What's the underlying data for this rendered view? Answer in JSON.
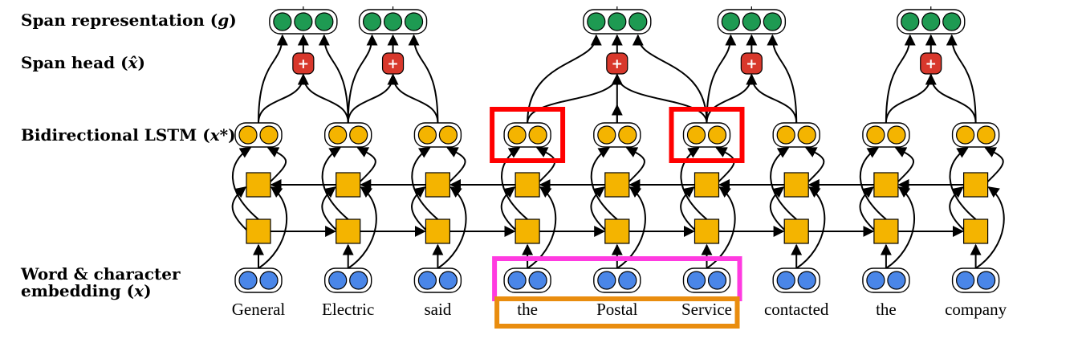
{
  "row_labels": {
    "span_representation": {
      "text": "Span representation (",
      "symbol": "g",
      "close": ")"
    },
    "span_head": {
      "text": "Span head (",
      "symbol": "x̂",
      "close": ")"
    },
    "bilstm": {
      "text": "Bidirectional LSTM (",
      "symbol": "x*",
      "close": ")"
    },
    "embedding_line1": "Word & character",
    "embedding_line2": {
      "text": "embedding (",
      "symbol": "x",
      "close": ")"
    }
  },
  "head_operator": "+",
  "words": [
    "General",
    "Electric",
    "said",
    "the",
    "Postal",
    "Service",
    "contacted",
    "the",
    "company"
  ],
  "spans": [
    {
      "start": 0,
      "end": 1
    },
    {
      "start": 1,
      "end": 2
    },
    {
      "start": 3,
      "end": 5
    },
    {
      "start": 5,
      "end": 6
    },
    {
      "start": 7,
      "end": 8
    }
  ],
  "highlights": {
    "lstm_boxes": [
      3,
      5
    ],
    "embedding_range": [
      3,
      5
    ],
    "word_range": [
      3,
      5
    ]
  },
  "colors": {
    "span_node": "#1e9a52",
    "head_node": "#d8382c",
    "lstm_node": "#f4b400",
    "embed_node": "#4a86e8",
    "lstm_highlight": "#ff0000",
    "embed_highlight": "#ff3ae0",
    "word_highlight": "#e98d0f"
  }
}
